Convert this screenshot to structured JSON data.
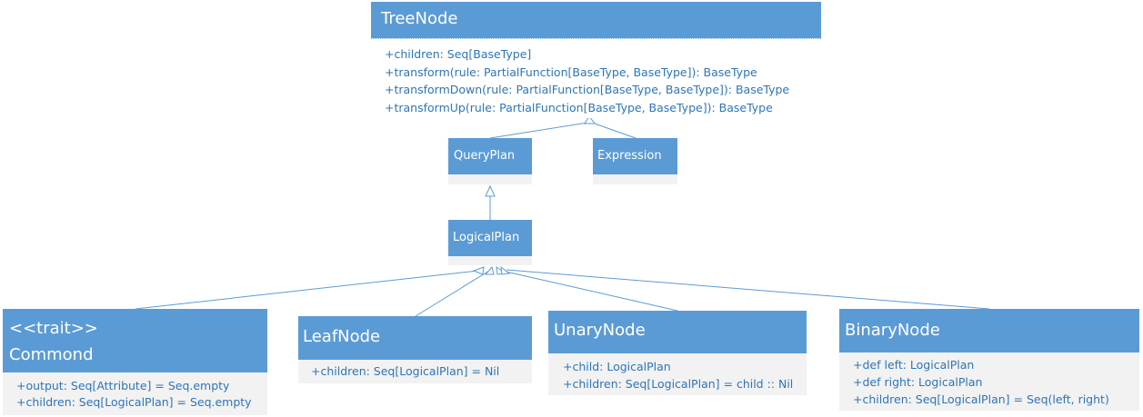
{
  "nodes": {
    "treenode": {
      "title": "TreeNode",
      "members": [
        "+children: Seq[BaseType]",
        "+transform(rule: PartialFunction[BaseType, BaseType]): BaseType",
        "+transformDown(rule: PartialFunction[BaseType, BaseType]): BaseType",
        "+transformUp(rule: PartialFunction[BaseType, BaseType]): BaseType"
      ]
    },
    "queryplan": {
      "title": "QueryPlan"
    },
    "expression": {
      "title": "Expression"
    },
    "logicalplan": {
      "title": "LogicalPlan"
    },
    "commond": {
      "stereotype": "<<trait>>",
      "title": "Commond",
      "members": [
        "+output: Seq[Attribute] = Seq.empty",
        "+children: Seq[LogicalPlan] = Seq.empty"
      ]
    },
    "leafnode": {
      "title": "LeafNode",
      "members": [
        "+children: Seq[LogicalPlan] = Nil"
      ]
    },
    "unarynode": {
      "title": "UnaryNode",
      "members": [
        "+child: LogicalPlan",
        "+children: Seq[LogicalPlan] = child :: Nil"
      ]
    },
    "binarynode": {
      "title": "BinaryNode",
      "members": [
        "+def left: LogicalPlan",
        "+def right: LogicalPlan",
        "+children: Seq[LogicalPlan] = Seq(left, right)"
      ]
    }
  },
  "colors": {
    "header": "#5b9bd5",
    "body": "#f2f2f2",
    "member_text": "#2e75b6",
    "edge": "#5b9bd5"
  }
}
